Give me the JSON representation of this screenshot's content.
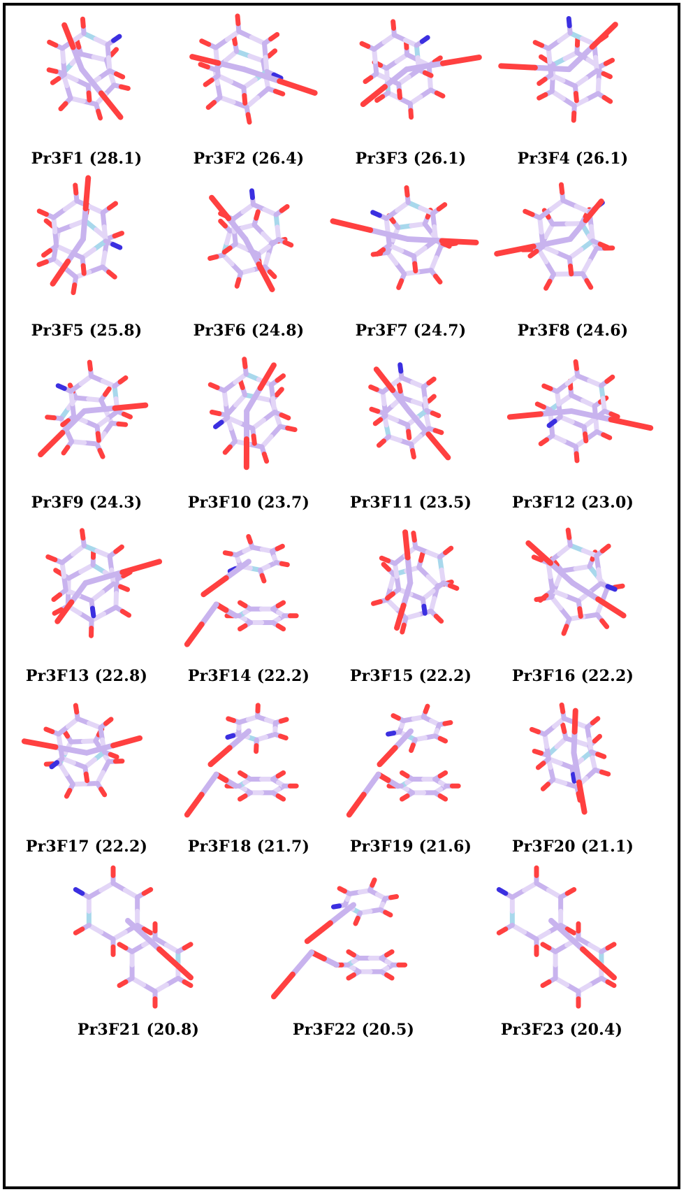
{
  "figure": {
    "colors": {
      "bond": "#c8b3ee",
      "bond_light": "#e3d6f7",
      "ring_highlight": "#a8d8ec",
      "oxygen": "#ff4040",
      "nitrogen": "#3b2fe0",
      "border": "#000000"
    },
    "rows": [
      [
        {
          "label": "Pr3F1 (28.1)",
          "icon": "stacked-molecule-icon",
          "energy": 28.1
        },
        {
          "label": "Pr3F2 (26.4)",
          "icon": "stacked-molecule-icon",
          "energy": 26.4
        },
        {
          "label": "Pr3F3 (26.1)",
          "icon": "stacked-molecule-icon",
          "energy": 26.1
        },
        {
          "label": "Pr3F4 (26.1)",
          "icon": "stacked-molecule-icon",
          "energy": 26.1
        }
      ],
      [
        {
          "label": "Pr3F5 (25.8)",
          "icon": "stacked-molecule-icon",
          "energy": 25.8
        },
        {
          "label": "Pr3F6 (24.8)",
          "icon": "stacked-molecule-icon",
          "energy": 24.8
        },
        {
          "label": "Pr3F7 (24.7)",
          "icon": "stacked-molecule-icon",
          "energy": 24.7
        },
        {
          "label": "Pr3F8 (24.6)",
          "icon": "stacked-molecule-icon",
          "energy": 24.6
        }
      ],
      [
        {
          "label": "Pr3F9 (24.3)",
          "icon": "stacked-molecule-icon",
          "energy": 24.3
        },
        {
          "label": "Pr3F10 (23.7)",
          "icon": "stacked-molecule-icon",
          "energy": 23.7
        },
        {
          "label": "Pr3F11 (23.5)",
          "icon": "stacked-molecule-icon",
          "energy": 23.5
        },
        {
          "label": "Pr3F12 (23.0)",
          "icon": "stacked-molecule-icon",
          "energy": 23.0
        }
      ],
      [
        {
          "label": "Pr3F13 (22.8)",
          "icon": "stacked-molecule-icon",
          "energy": 22.8
        },
        {
          "label": "Pr3F14 (22.2)",
          "icon": "parallel-molecule-icon",
          "energy": 22.2
        },
        {
          "label": "Pr3F15 (22.2)",
          "icon": "stacked-molecule-icon",
          "energy": 22.2
        },
        {
          "label": "Pr3F16 (22.2)",
          "icon": "stacked-molecule-icon",
          "energy": 22.2
        }
      ],
      [
        {
          "label": "Pr3F17 (22.2)",
          "icon": "stacked-molecule-icon",
          "energy": 22.2
        },
        {
          "label": "Pr3F18 (21.7)",
          "icon": "parallel-molecule-icon",
          "energy": 21.7
        },
        {
          "label": "Pr3F19 (21.6)",
          "icon": "parallel-molecule-icon",
          "energy": 21.6
        },
        {
          "label": "Pr3F20 (21.1)",
          "icon": "stacked-molecule-icon",
          "energy": 21.1
        }
      ],
      [
        {
          "label": "Pr3F21 (20.8)",
          "icon": "offset-molecule-icon",
          "energy": 20.8
        },
        {
          "label": "Pr3F22 (20.5)",
          "icon": "parallel-molecule-icon",
          "energy": 20.5
        },
        {
          "label": "Pr3F23 (20.4)",
          "icon": "offset-molecule-icon",
          "energy": 20.4
        }
      ]
    ]
  }
}
